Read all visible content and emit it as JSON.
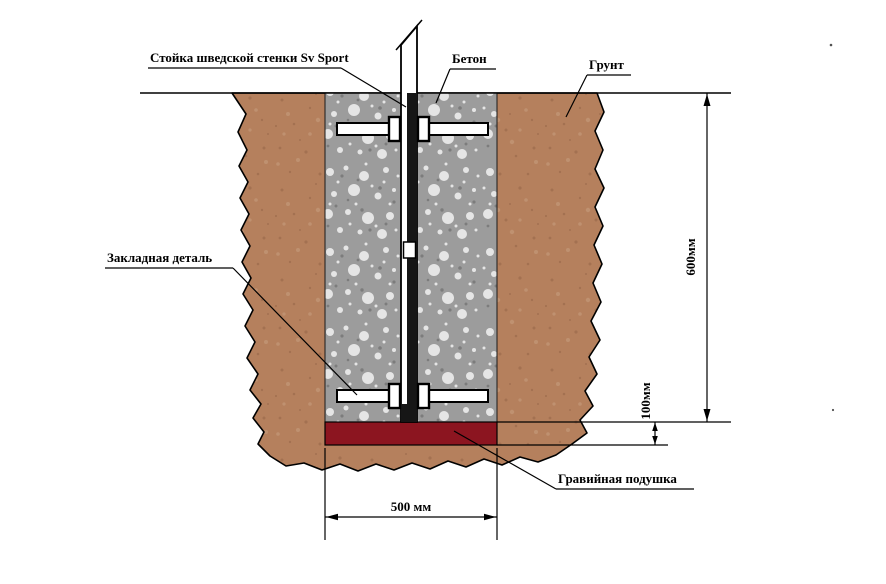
{
  "diagram": {
    "title": "Swedish wall post foundation installation diagram",
    "labels": {
      "post": "Стойка шведской стенки Sv Sport",
      "concrete": "Бетон",
      "soil": "Грунт",
      "embedded": "Закладная деталь",
      "gravel": "Гравийная подушка"
    },
    "dims": {
      "depth": "600мм",
      "gravel": "100мм",
      "width": "500 мм"
    },
    "colors": {
      "soil": "#b5805d",
      "soil_speckle_dark": "#8e5e41",
      "soil_speckle_light": "#caa183",
      "concrete": "#9c9c9c",
      "concrete_speckle": "#e9e9e9",
      "gravel": "#8c1520",
      "post_dark": "#161616",
      "line": "#000000",
      "background": "#ffffff"
    }
  }
}
